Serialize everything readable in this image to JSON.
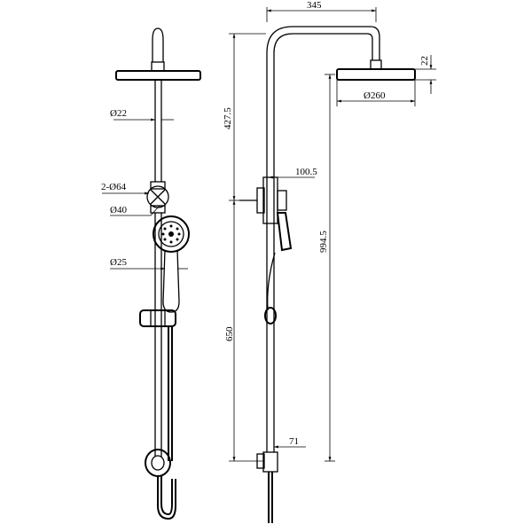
{
  "dimensions": {
    "d22": "Ø22",
    "two_d64": "2-Ø64",
    "d40": "Ø40",
    "d25": "Ø25",
    "w345": "345",
    "h22": "22",
    "d260": "Ø260",
    "h427_5": "427.5",
    "w100_5": "100.5",
    "h994_5": "994.5",
    "h650": "650",
    "w71": "71"
  }
}
